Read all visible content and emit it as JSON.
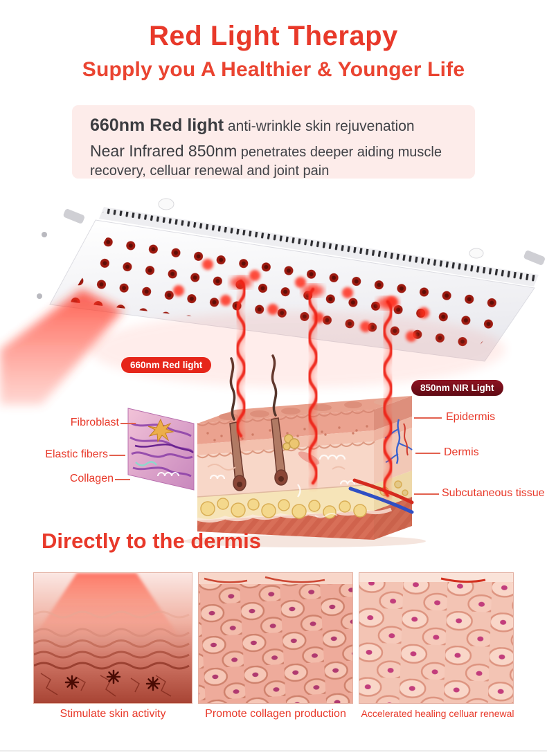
{
  "page": {
    "title": "Red Light Therapy",
    "subtitle": "Supply you A Healthier & Younger Life"
  },
  "info_box": {
    "line1_strong": "660nm Red light",
    "line1_rest": " anti-wrinkle skin rejuvenation",
    "line2_strong": "Near Infrared 850nm",
    "line2_rest": " penetrates deeper aiding muscle recovery, celluar renewal and joint pain"
  },
  "badges": {
    "red_light": "660nm Red light",
    "nir_light": "850nm NIR Light"
  },
  "skin_labels": {
    "left": [
      "Fibroblast",
      "Elastic fibers",
      "Collagen"
    ],
    "right": [
      "Epidermis",
      "Dermis",
      "Subcutaneous tissue"
    ]
  },
  "section_title": "Directly to the dermis",
  "bottom_panels": [
    {
      "caption": "Stimulate skin activity"
    },
    {
      "caption": "Promote collagen production"
    },
    {
      "caption": "Accelerated healing celluar renewal"
    }
  ],
  "colors": {
    "accent_red": "#e8392a",
    "badge_red_bg": "#e6261a",
    "badge_nir_bg": "#7c0f1c",
    "info_box_bg": "#fdecea"
  }
}
